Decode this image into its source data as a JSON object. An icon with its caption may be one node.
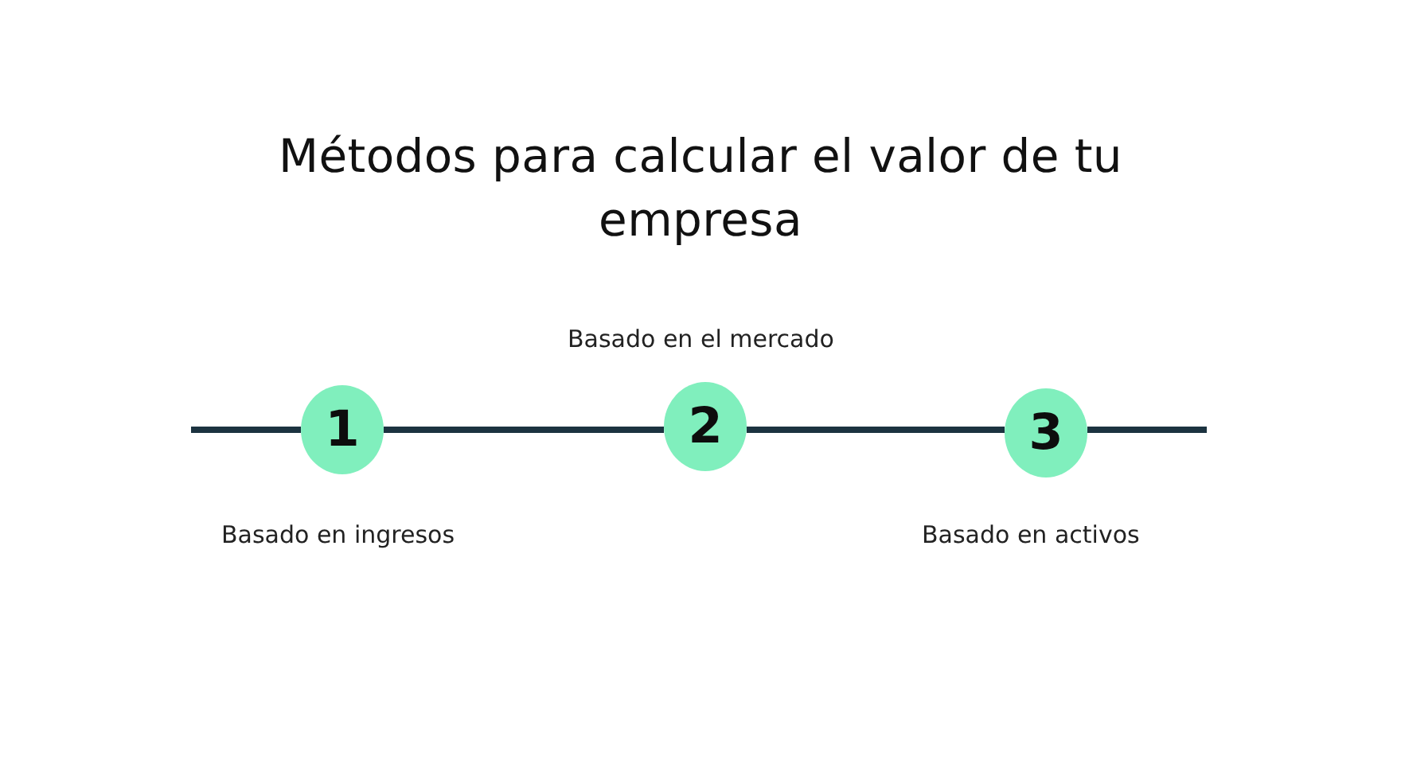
{
  "diagram": {
    "title": "Métodos para calcular el valor de tu empresa",
    "nodes": [
      {
        "text": [
          "1"
        ],
        "beside": [
          "Basado en ingresos"
        ]
      },
      {
        "text": [
          "2"
        ],
        "beside": [
          "Basado en el mercado"
        ]
      },
      {
        "text": [
          "3"
        ],
        "beside": [
          "Basado en activos"
        ]
      }
    ],
    "edges": [
      {
        "from": null,
        "to": 0,
        "arrow": "none"
      },
      {
        "from": 0,
        "to": 1,
        "arrow": "none"
      },
      {
        "from": 1,
        "to": 2,
        "arrow": "none"
      },
      {
        "from": 2,
        "to": null,
        "arrow": "none"
      }
    ]
  }
}
